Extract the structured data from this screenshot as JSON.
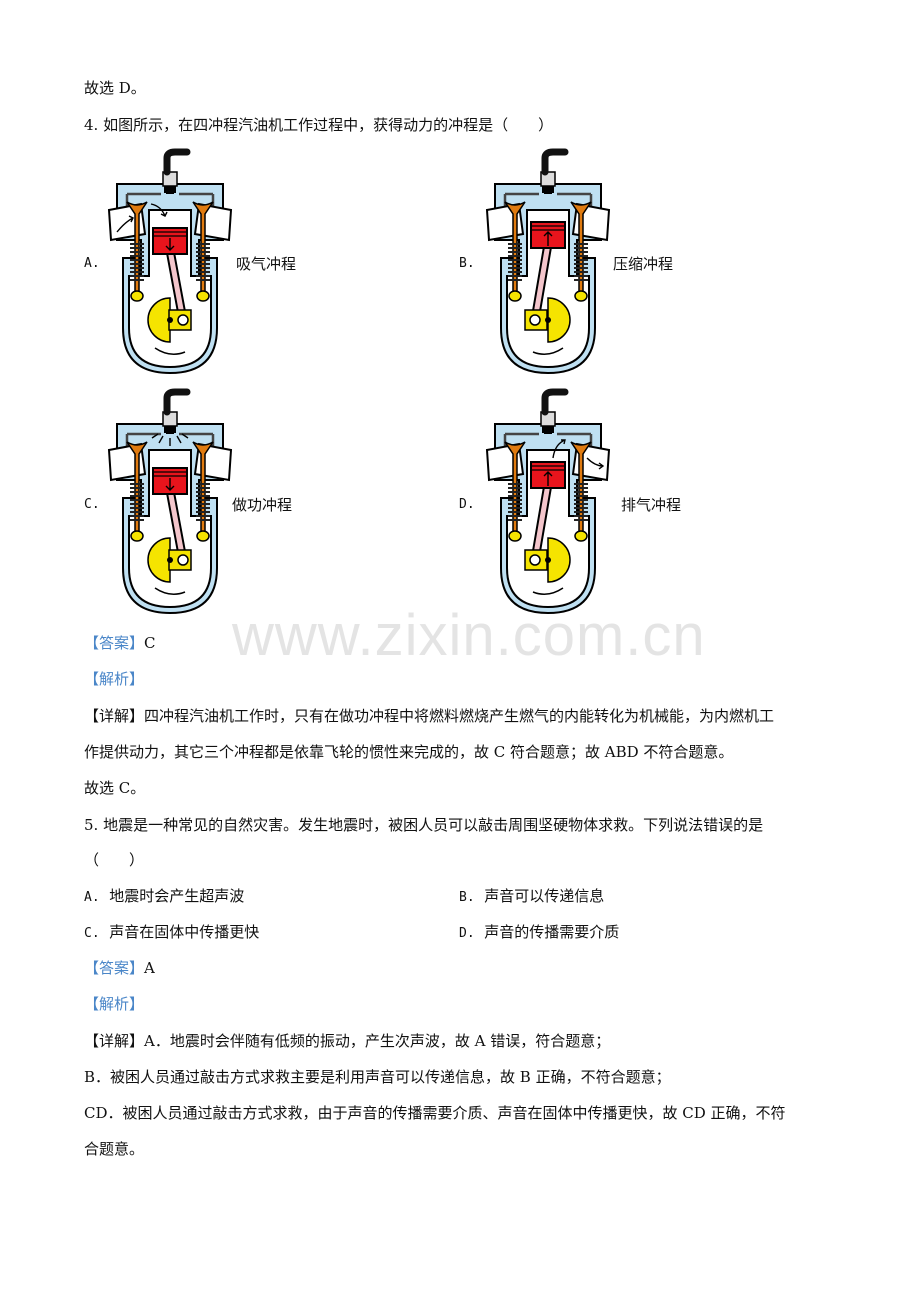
{
  "prev_answer": "故选 D。",
  "q4": {
    "stem": "4. 如图所示，在四冲程汽油机工作过程中，获得动力的冲程是（　　）",
    "figures": [
      {
        "letter": "A.",
        "label": "吸气冲程",
        "piston_arrow": "down",
        "intake_arrow": true,
        "exhaust_arrow": false,
        "spark": false,
        "crank_side": "left"
      },
      {
        "letter": "B.",
        "label": "压缩冲程",
        "piston_arrow": "up",
        "intake_arrow": false,
        "exhaust_arrow": false,
        "spark": false,
        "crank_side": "right"
      },
      {
        "letter": "C.",
        "label": "做功冲程",
        "piston_arrow": "down",
        "intake_arrow": false,
        "exhaust_arrow": false,
        "spark": true,
        "crank_side": "left"
      },
      {
        "letter": "D.",
        "label": "排气冲程",
        "piston_arrow": "up",
        "intake_arrow": false,
        "exhaust_arrow": true,
        "spark": false,
        "crank_side": "right"
      }
    ],
    "answer_tag": "【答案】",
    "answer": "C",
    "analysis_tag": "【解析】",
    "detail_tag": "【详解】",
    "detail_line1": "四冲程汽油机工作时，只有在做功冲程中将燃料燃烧产生燃气的内能转化为机械能，为内燃机工",
    "detail_line2": "作提供动力，其它三个冲程都是依靠飞轮的惯性来完成的，故 C 符合题意；故 ABD 不符合题意。",
    "conclusion": "故选 C。"
  },
  "q5": {
    "stem_line1": "5. 地震是一种常见的自然灾害。发生地震时，被困人员可以敲击周围坚硬物体求救。下列说法错误的是",
    "stem_line2": "（　　）",
    "options": [
      {
        "letter": "A.",
        "text": "地震时会产生超声波"
      },
      {
        "letter": "B.",
        "text": "声音可以传递信息"
      },
      {
        "letter": "C.",
        "text": "声音在固体中传播更快"
      },
      {
        "letter": "D.",
        "text": "声音的传播需要介质"
      }
    ],
    "answer_tag": "【答案】",
    "answer": "A",
    "analysis_tag": "【解析】",
    "detail_tag": "【详解】",
    "detail_line1": "A．地震时会伴随有低频的振动，产生次声波，故 A 错误，符合题意；",
    "detail_line2": "B．被困人员通过敲击方式求救主要是利用声音可以传递信息，故 B 正确，不符合题意；",
    "detail_line3": "CD．被困人员通过敲击方式求救，由于声音的传播需要介质、声音在固体中传播更快，故 CD 正确，不符",
    "detail_line4": "合题意。"
  },
  "watermark": "www.zixin.com.cn",
  "colors": {
    "tag_blue": "#4a86c8",
    "cylinder_blue": "#bfe0f2",
    "piston_red": "#e8141c",
    "valve_orange": "#e07b10",
    "crank_yellow": "#f5e400",
    "rod_pink": "#f4c6cc"
  }
}
